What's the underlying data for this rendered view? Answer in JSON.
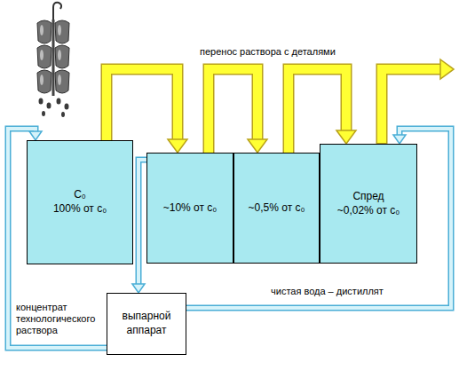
{
  "diagram": {
    "nodes": [
      {
        "text": [
          "C₀",
          "100% от c₀"
        ]
      },
      {
        "text": [
          "~10% от c₀"
        ]
      },
      {
        "text": [
          "~0,5% от c₀"
        ]
      },
      {
        "text": [
          "Cпред",
          "~0,02% от c₀"
        ]
      },
      {
        "text": [
          "выпарной аппарат"
        ]
      }
    ],
    "edges": [
      {
        "from": 0,
        "to": 1,
        "arrow": "to"
      },
      {
        "from": 1,
        "to": 2,
        "arrow": "to"
      },
      {
        "from": 2,
        "to": 3,
        "arrow": "to"
      },
      {
        "from": 1,
        "to": 4,
        "arrow": "to"
      },
      {
        "from": 4,
        "to": 0,
        "label": "концентрат технологического раствора",
        "arrow": "to"
      },
      {
        "from": 4,
        "to": 3,
        "label": "чистая вода – дистиллят",
        "arrow": "to"
      }
    ],
    "labels": [
      "перенос раствора с деталями"
    ]
  }
}
